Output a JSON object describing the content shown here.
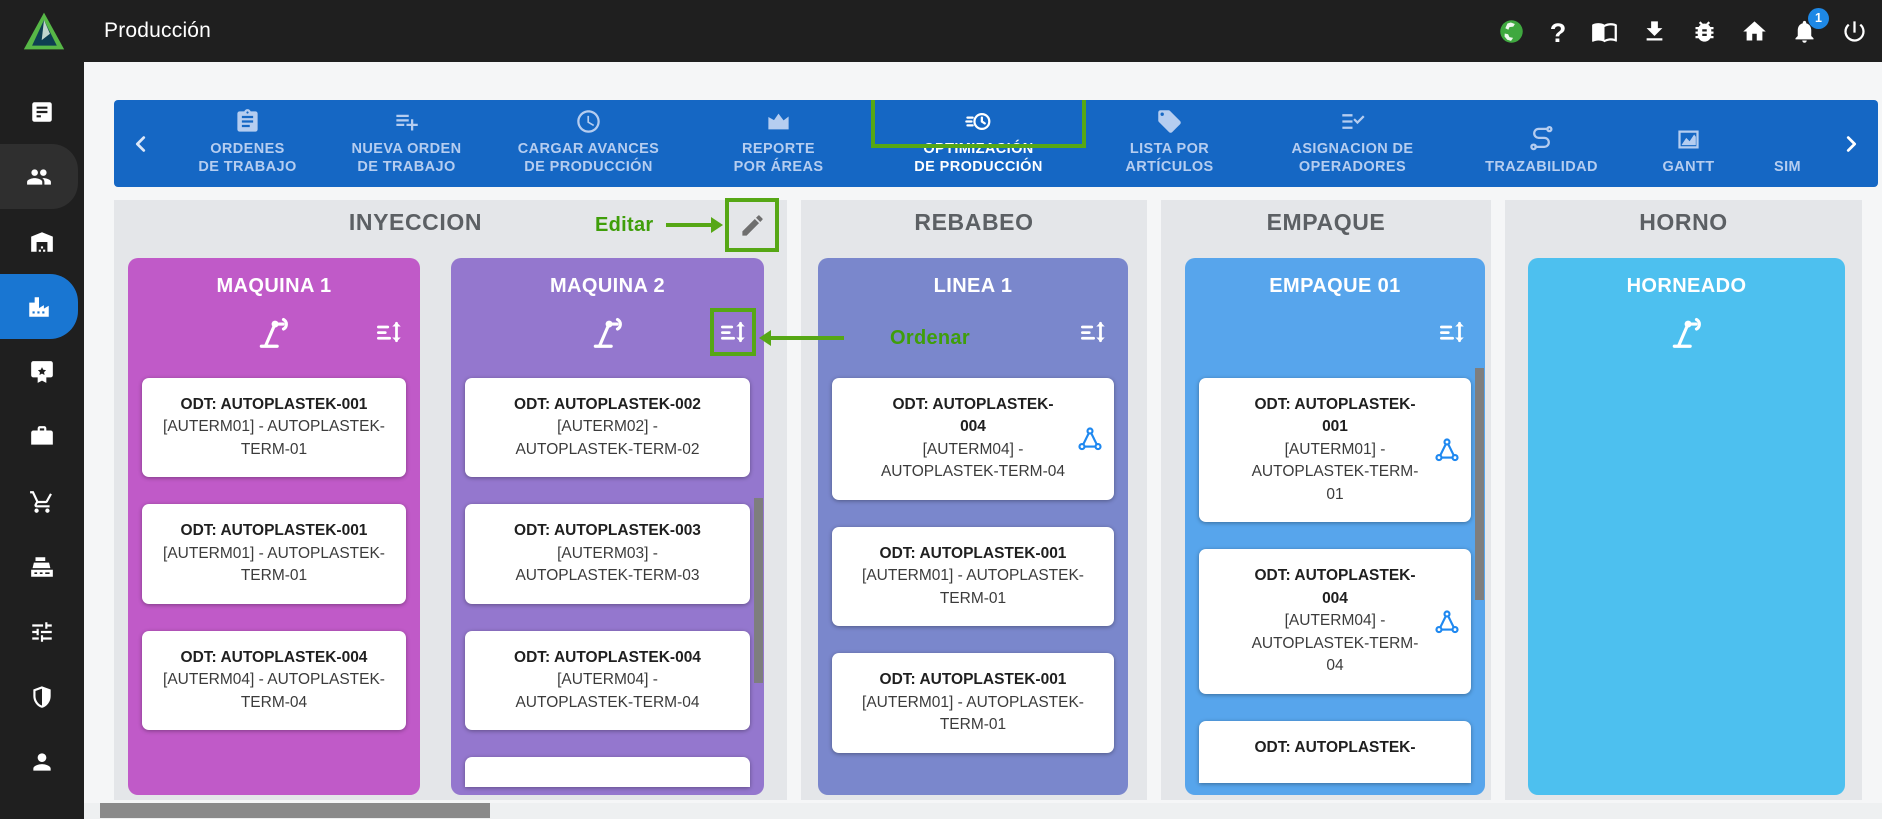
{
  "colors": {
    "topbar_bg": "#1f1f1f",
    "toolbar_blue": "#1567c4",
    "tab_text": "#b5cdf0",
    "tab_text_active": "#ffffff",
    "sidebar_active_blue": "#1976d2",
    "annotation_green_border": "#56a715",
    "annotation_green_text": "#3f9e0a",
    "badge_blue": "#1e88e5",
    "globe_green": "#3fa83f",
    "area_bg": "#e4e6e9",
    "page_bg": "#f5f6f7",
    "machine_maquina1": "#c05ac8",
    "machine_maquina2": "#9477ce",
    "machine_linea1": "#7a87cc",
    "machine_empaque01": "#57a5ec",
    "machine_horneado": "#4dc0ef",
    "hub_icon_blue": "#1e88f0",
    "scroll_thumb": "#8a8a8a"
  },
  "topbar": {
    "title": "Producción",
    "notification_badge": "1",
    "help_label": "?",
    "icons": [
      "globe-icon",
      "help-icon",
      "book-icon",
      "download-icon",
      "bug-icon",
      "home-icon",
      "bell-icon",
      "power-icon"
    ]
  },
  "sidebar": {
    "items": [
      {
        "icon": "article-icon"
      },
      {
        "icon": "people-icon"
      },
      {
        "icon": "warehouse-icon"
      },
      {
        "icon": "factory-icon",
        "active": true
      },
      {
        "icon": "certificate-icon"
      },
      {
        "icon": "briefcase-icon"
      },
      {
        "icon": "cart-icon"
      },
      {
        "icon": "cash-register-icon"
      },
      {
        "icon": "tune-icon"
      },
      {
        "icon": "shield-icon"
      },
      {
        "icon": "person-icon"
      }
    ]
  },
  "toolbar": {
    "tabs": [
      {
        "line1": "ORDENES",
        "line2": "DE TRABAJO",
        "icon": "clipboard-list-icon",
        "active": false
      },
      {
        "line1": "NUEVA ORDEN",
        "line2": "DE TRABAJO",
        "icon": "playlist-add-icon",
        "active": false
      },
      {
        "line1": "CARGAR AVANCES",
        "line2": "DE PRODUCCIÓN",
        "icon": "clock-icon",
        "active": false
      },
      {
        "line1": "REPORTE",
        "line2": "POR ÁREAS",
        "icon": "area-chart-icon",
        "active": false
      },
      {
        "line1": "OPTIMIZACIÓN",
        "line2": "DE PRODUCCIÓN",
        "icon": "optimization-clock-icon",
        "active": true
      },
      {
        "line1": "LISTA POR",
        "line2": "ARTÍCULOS",
        "icon": "tag-icon",
        "active": false
      },
      {
        "line1": "ASIGNACION DE",
        "line2": "OPERADORES",
        "icon": "checklist-icon",
        "active": false
      },
      {
        "line1": "TRAZABILIDAD",
        "line2": "",
        "icon": "route-icon",
        "active": false
      },
      {
        "line1": "GANTT",
        "line2": "",
        "icon": "gantt-chart-icon",
        "active": false
      },
      {
        "line1": "SIM",
        "line2": "",
        "icon": "",
        "active": false
      }
    ]
  },
  "annotations": {
    "editar": "Editar",
    "ordenar": "Ordenar"
  },
  "board": {
    "areas": [
      {
        "title": "INYECCION"
      },
      {
        "title": "REBABEO"
      },
      {
        "title": "EMPAQUE"
      },
      {
        "title": "HORNO"
      }
    ],
    "machines": [
      {
        "name": "MAQUINA 1",
        "area": "INYECCION",
        "cards": [
          {
            "odt": "ODT: AUTOPLASTEK-001",
            "detail": "[AUTERM01] - AUTOPLASTEK-TERM-01"
          },
          {
            "odt": "ODT: AUTOPLASTEK-001",
            "detail": "[AUTERM01] - AUTOPLASTEK-TERM-01"
          },
          {
            "odt": "ODT: AUTOPLASTEK-004",
            "detail": "[AUTERM04] - AUTOPLASTEK-TERM-04"
          }
        ]
      },
      {
        "name": "MAQUINA 2",
        "area": "INYECCION",
        "cards": [
          {
            "odt": "ODT: AUTOPLASTEK-002",
            "detail": "[AUTERM02] - AUTOPLASTEK-TERM-02"
          },
          {
            "odt": "ODT: AUTOPLASTEK-003",
            "detail": "[AUTERM03] - AUTOPLASTEK-TERM-03"
          },
          {
            "odt": "ODT: AUTOPLASTEK-004",
            "detail": "[AUTERM04] - AUTOPLASTEK-TERM-04"
          }
        ]
      },
      {
        "name": "LINEA 1",
        "area": "REBABEO",
        "cards": [
          {
            "odt": "ODT: AUTOPLASTEK-004",
            "detail": "[AUTERM04] - AUTOPLASTEK-TERM-04",
            "icon": "hub-icon"
          },
          {
            "odt": "ODT: AUTOPLASTEK-001",
            "detail": "[AUTERM01] - AUTOPLASTEK-TERM-01"
          },
          {
            "odt": "ODT: AUTOPLASTEK-001",
            "detail": "[AUTERM01] - AUTOPLASTEK-TERM-01"
          }
        ]
      },
      {
        "name": "EMPAQUE 01",
        "area": "EMPAQUE",
        "cards": [
          {
            "odt": "ODT: AUTOPLASTEK-001",
            "detail": "[AUTERM01] - AUTOPLASTEK-TERM-01",
            "icon": "hub-icon"
          },
          {
            "odt": "ODT: AUTOPLASTEK-004",
            "detail": "[AUTERM04] - AUTOPLASTEK-TERM-04",
            "icon": "hub-icon"
          },
          {
            "odt": "ODT: AUTOPLASTEK-",
            "detail": ""
          }
        ]
      },
      {
        "name": "HORNEADO",
        "area": "HORNO",
        "cards": []
      }
    ]
  }
}
